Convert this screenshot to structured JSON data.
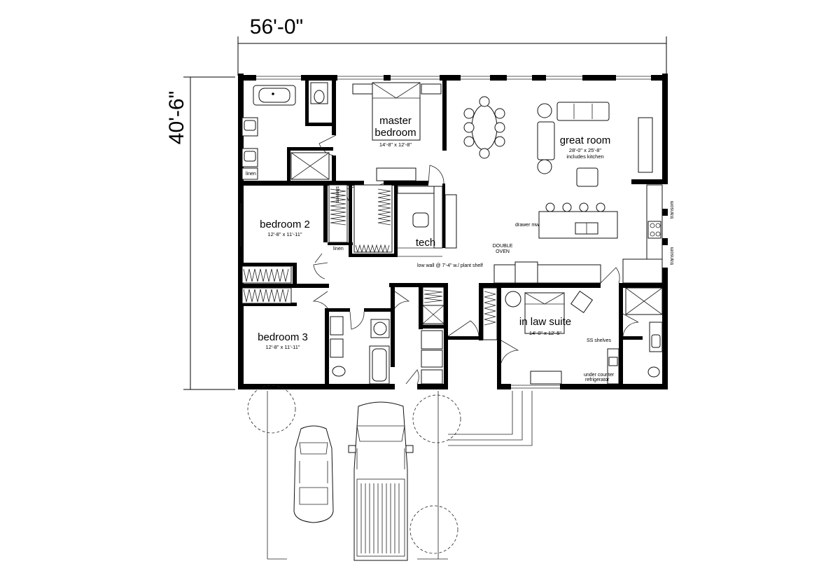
{
  "overall": {
    "width": "56'-0\"",
    "depth": "40'-6\""
  },
  "rooms": {
    "master": {
      "name_line1": "master",
      "name_line2": "bedroom",
      "dims": "14'-8\" x 12'-8\""
    },
    "great": {
      "name": "great room",
      "dims": "28'-0\" x 25'-8\"",
      "note": "includes kitchen"
    },
    "bed2": {
      "name": "bedroom 2",
      "dims": "12'-8\" x 11'-11\""
    },
    "bed3": {
      "name": "bedroom 3",
      "dims": "12'-8\" x 11'-11\""
    },
    "tech": {
      "name": "tech"
    },
    "inlaw": {
      "name": "in law suite",
      "dims": "14'-0\" x 12'-5\""
    }
  },
  "labels": {
    "linen_master": "linen",
    "linen_hall": "linen",
    "shelves": "shelves",
    "drawer_mw": "drawer mw",
    "double_oven_1": "DOUBLE",
    "double_oven_2": "OVEN",
    "low_wall": "low wall @ 7'-4\" w./ plant shelf",
    "transom_top": "transom",
    "transom_bottom": "transom",
    "ss_shelves": "SS shelves",
    "under_counter_1": "under counter",
    "under_counter_2": "refrigerator"
  }
}
